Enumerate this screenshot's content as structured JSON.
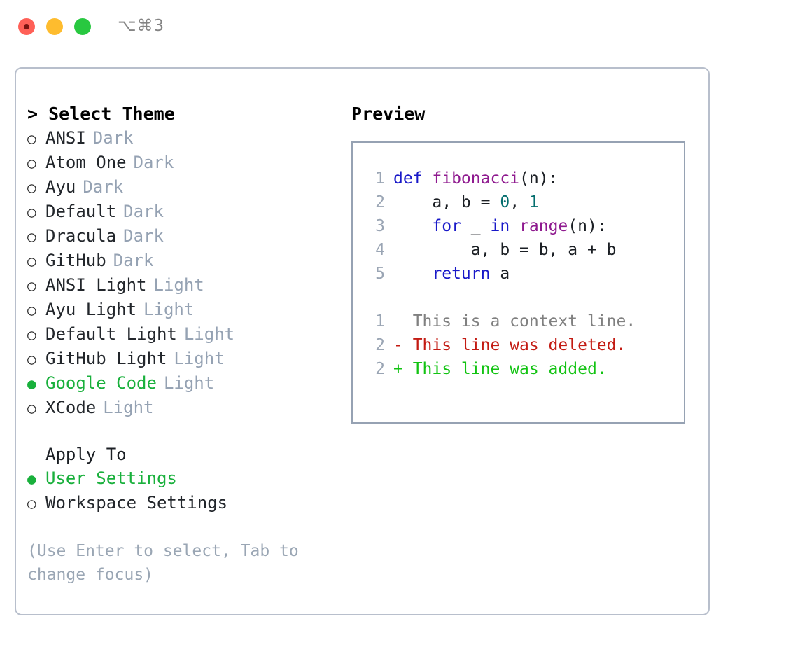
{
  "window": {
    "shortcut": "⌥⌘3",
    "traffic_lights": [
      {
        "name": "close-button",
        "color": "#ff6057"
      },
      {
        "name": "minimize-button",
        "color": "#febc2e"
      },
      {
        "name": "maximize-button",
        "color": "#28c840"
      }
    ]
  },
  "theme_selector": {
    "caret": ">",
    "title": "Select Theme",
    "bullet_on": "●",
    "bullet_off": "○",
    "options": [
      {
        "label": "ANSI",
        "tag": "Dark",
        "selected": false
      },
      {
        "label": "Atom One",
        "tag": "Dark",
        "selected": false
      },
      {
        "label": "Ayu",
        "tag": "Dark",
        "selected": false
      },
      {
        "label": "Default",
        "tag": "Dark",
        "selected": false
      },
      {
        "label": "Dracula",
        "tag": "Dark",
        "selected": false
      },
      {
        "label": "GitHub",
        "tag": "Dark",
        "selected": false
      },
      {
        "label": "ANSI Light",
        "tag": "Light",
        "selected": false
      },
      {
        "label": "Ayu Light",
        "tag": "Light",
        "selected": false
      },
      {
        "label": "Default Light",
        "tag": "Light",
        "selected": false
      },
      {
        "label": "GitHub Light",
        "tag": "Light",
        "selected": false
      },
      {
        "label": "Google Code",
        "tag": "Light",
        "selected": true
      },
      {
        "label": "XCode",
        "tag": "Light",
        "selected": false
      }
    ]
  },
  "apply_to": {
    "title": "Apply To",
    "options": [
      {
        "label": "User Settings",
        "selected": true
      },
      {
        "label": "Workspace Settings",
        "selected": false
      }
    ]
  },
  "hint": "(Use Enter to select, Tab to change focus)",
  "preview": {
    "title": "Preview",
    "code_lines": [
      {
        "no": "1",
        "tokens": [
          {
            "t": "def ",
            "c": "kw"
          },
          {
            "t": "fibonacci",
            "c": "fn"
          },
          {
            "t": "(n):",
            "c": "pl"
          }
        ]
      },
      {
        "no": "2",
        "tokens": [
          {
            "t": "    a, b = ",
            "c": "pl"
          },
          {
            "t": "0",
            "c": "num"
          },
          {
            "t": ", ",
            "c": "pl"
          },
          {
            "t": "1",
            "c": "num"
          }
        ]
      },
      {
        "no": "3",
        "tokens": [
          {
            "t": "    ",
            "c": "pl"
          },
          {
            "t": "for",
            "c": "kw"
          },
          {
            "t": " _ ",
            "c": "pl"
          },
          {
            "t": "in",
            "c": "kw"
          },
          {
            "t": " ",
            "c": "pl"
          },
          {
            "t": "range",
            "c": "fn"
          },
          {
            "t": "(n):",
            "c": "pl"
          }
        ]
      },
      {
        "no": "4",
        "tokens": [
          {
            "t": "        a, b = b, a + b",
            "c": "pl"
          }
        ]
      },
      {
        "no": "5",
        "tokens": [
          {
            "t": "    ",
            "c": "pl"
          },
          {
            "t": "return",
            "c": "kw"
          },
          {
            "t": " a",
            "c": "pl"
          }
        ]
      }
    ],
    "diff_lines": [
      {
        "no": "1",
        "tokens": [
          {
            "t": "  This is a context line.",
            "c": "ctx"
          }
        ]
      },
      {
        "no": "2",
        "tokens": [
          {
            "t": "- This line was deleted.",
            "c": "del"
          }
        ]
      },
      {
        "no": "2",
        "tokens": [
          {
            "t": "+ This line was added.",
            "c": "add"
          }
        ]
      }
    ]
  }
}
